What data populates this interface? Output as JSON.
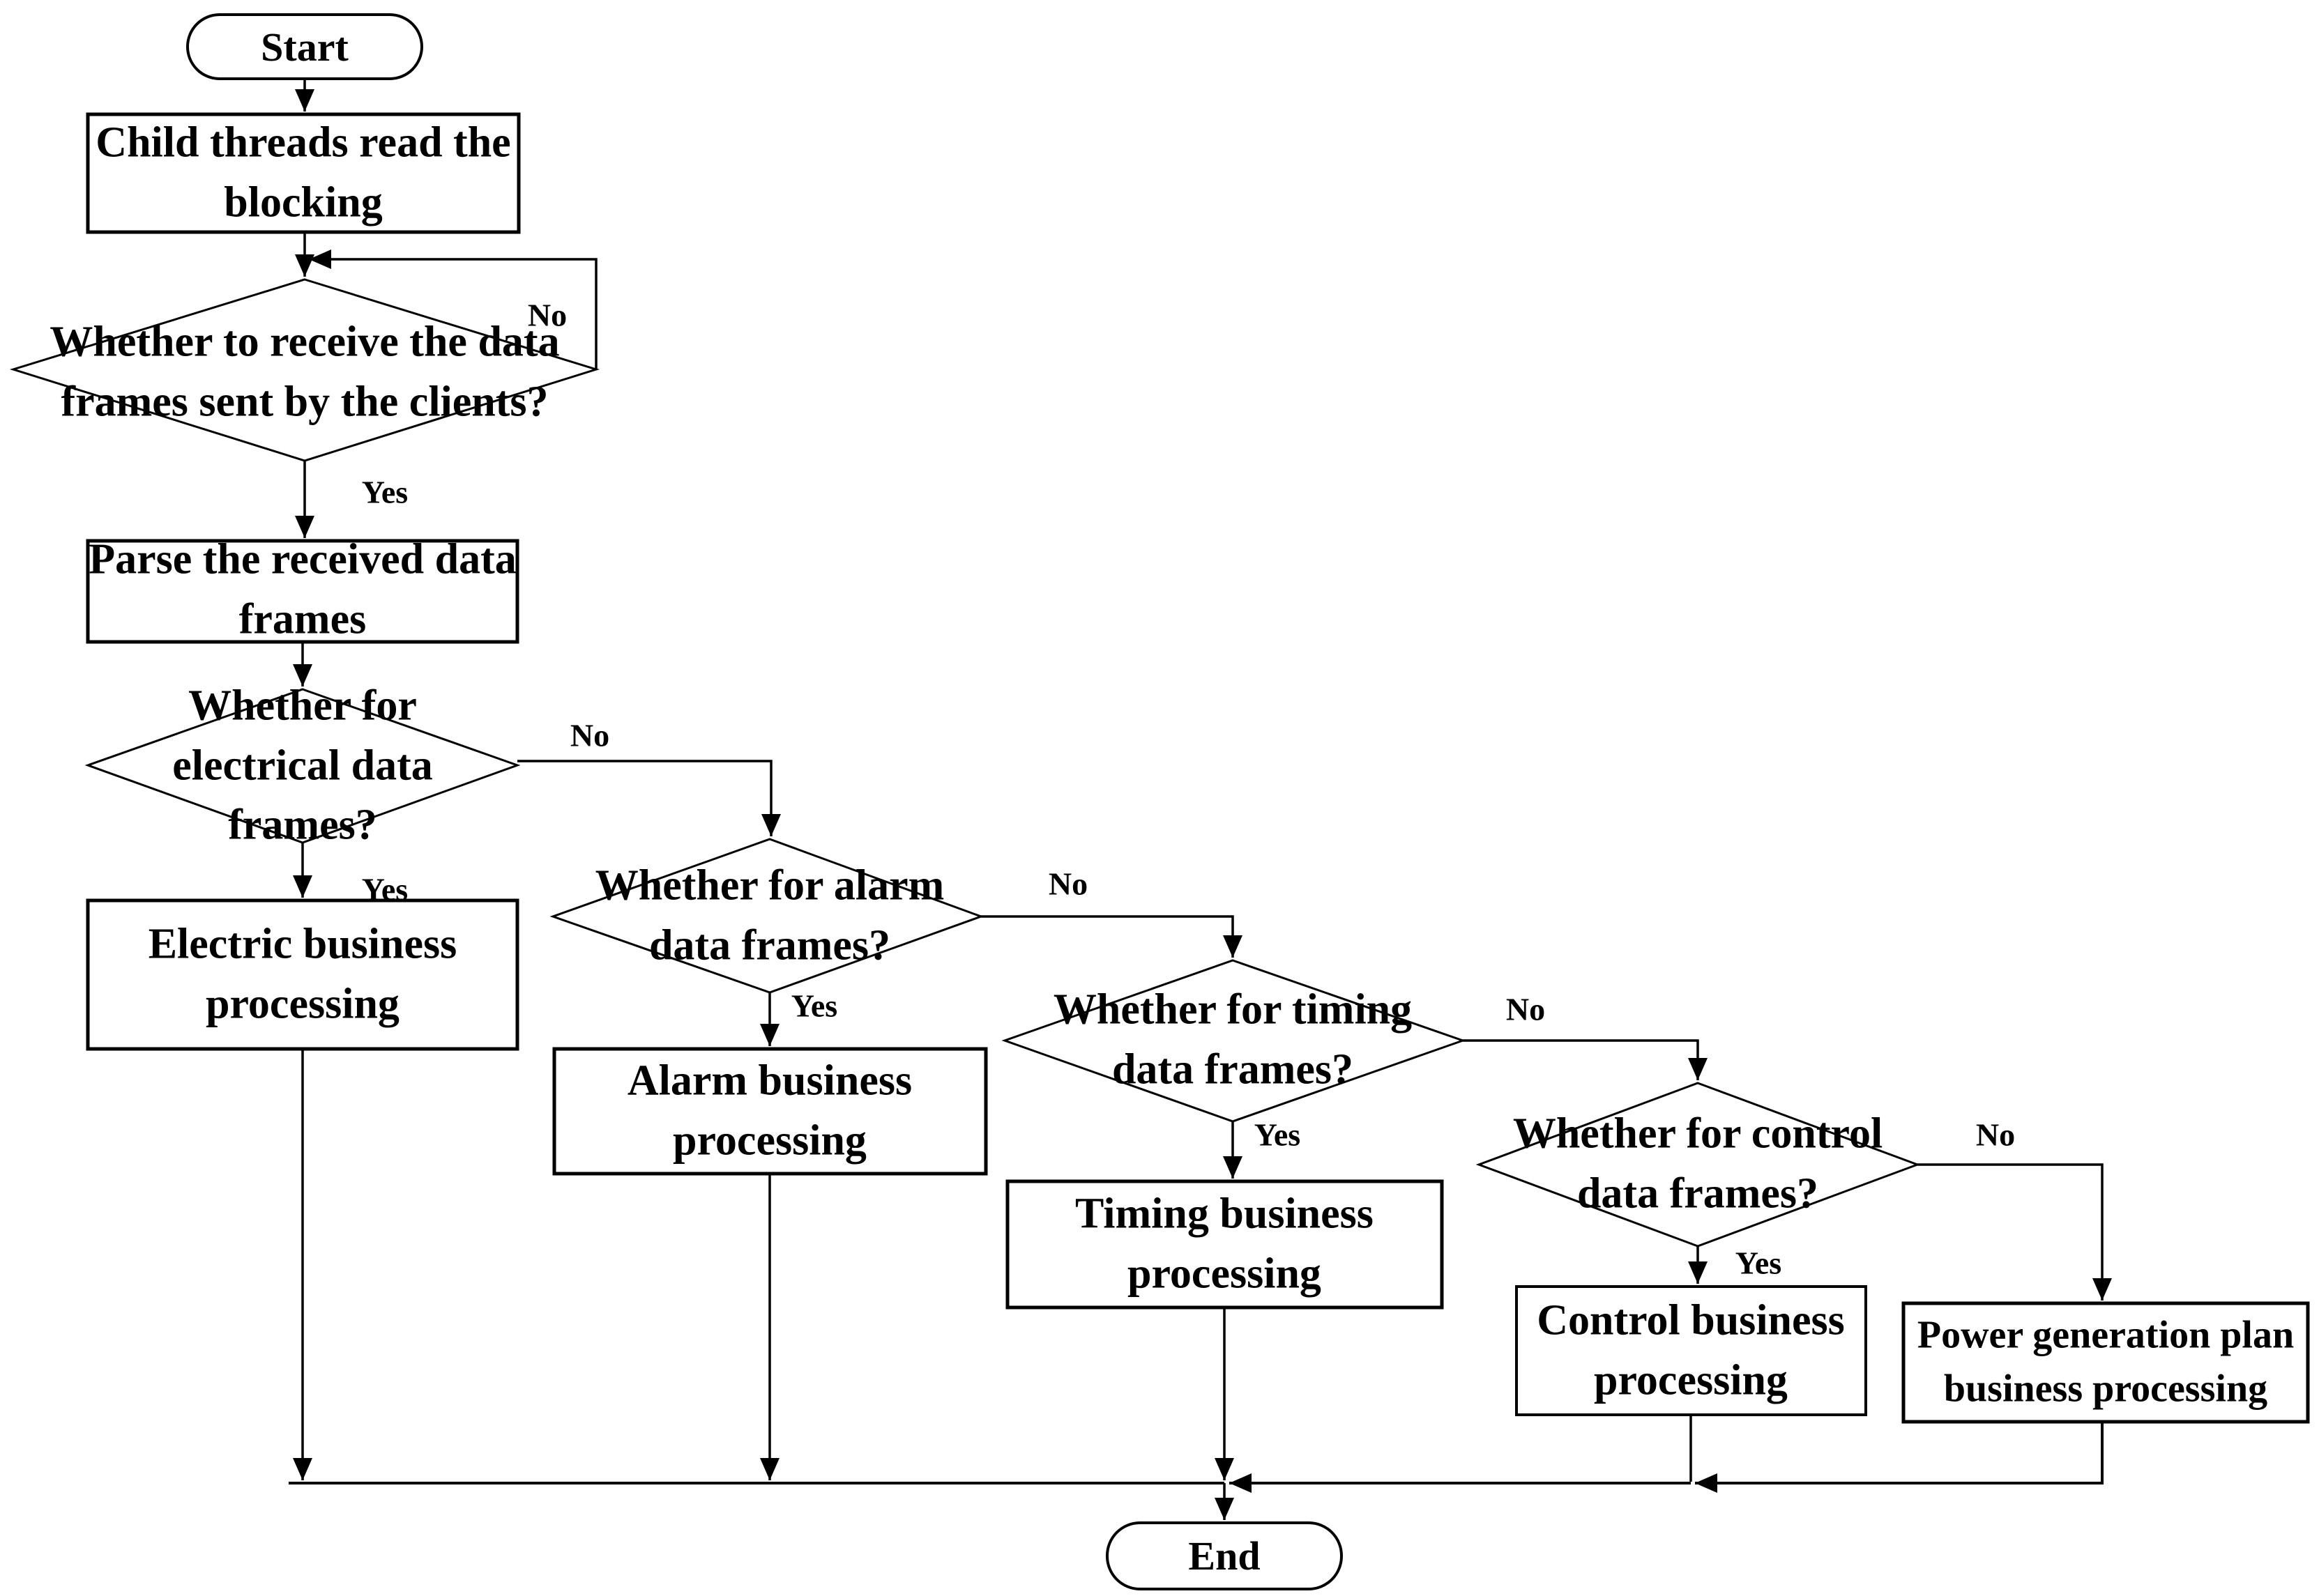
{
  "diagram": {
    "title": "Data frame dispatch flowchart",
    "colors": {
      "stroke": "#000000",
      "background": "#ffffff",
      "text": "#000000"
    },
    "nodes": {
      "start": {
        "label": "Start"
      },
      "child_threads": {
        "lines": [
          "Child threads read the",
          "blocking"
        ]
      },
      "receive_check": {
        "lines": [
          "Whether to receive the data",
          "frames sent by the clients?"
        ]
      },
      "parse_frames": {
        "lines": [
          "Parse the received data",
          "frames"
        ]
      },
      "electrical_check": {
        "lines": [
          "Whether for",
          "electrical data",
          "frames?"
        ]
      },
      "electric_processing": {
        "lines": [
          "Electric business",
          "processing"
        ]
      },
      "alarm_check": {
        "lines": [
          "Whether for alarm",
          "data frames?"
        ]
      },
      "alarm_processing": {
        "lines": [
          "Alarm business",
          "processing"
        ]
      },
      "timing_check": {
        "lines": [
          "Whether for timing",
          "data frames?"
        ]
      },
      "timing_processing": {
        "lines": [
          "Timing business",
          "processing"
        ]
      },
      "control_check": {
        "lines": [
          "Whether for control",
          "data frames?"
        ]
      },
      "control_processing": {
        "lines": [
          "Control business",
          "processing"
        ]
      },
      "power_processing": {
        "lines": [
          "Power generation plan",
          "business processing"
        ]
      },
      "end": {
        "label": "End"
      }
    },
    "edge_labels": {
      "receive_no": "No",
      "receive_yes": "Yes",
      "electrical_no": "No",
      "electrical_yes": "Yes",
      "alarm_no": "No",
      "alarm_yes": "Yes",
      "timing_no": "No",
      "timing_yes": "Yes",
      "control_no": "No",
      "control_yes": "Yes"
    }
  }
}
